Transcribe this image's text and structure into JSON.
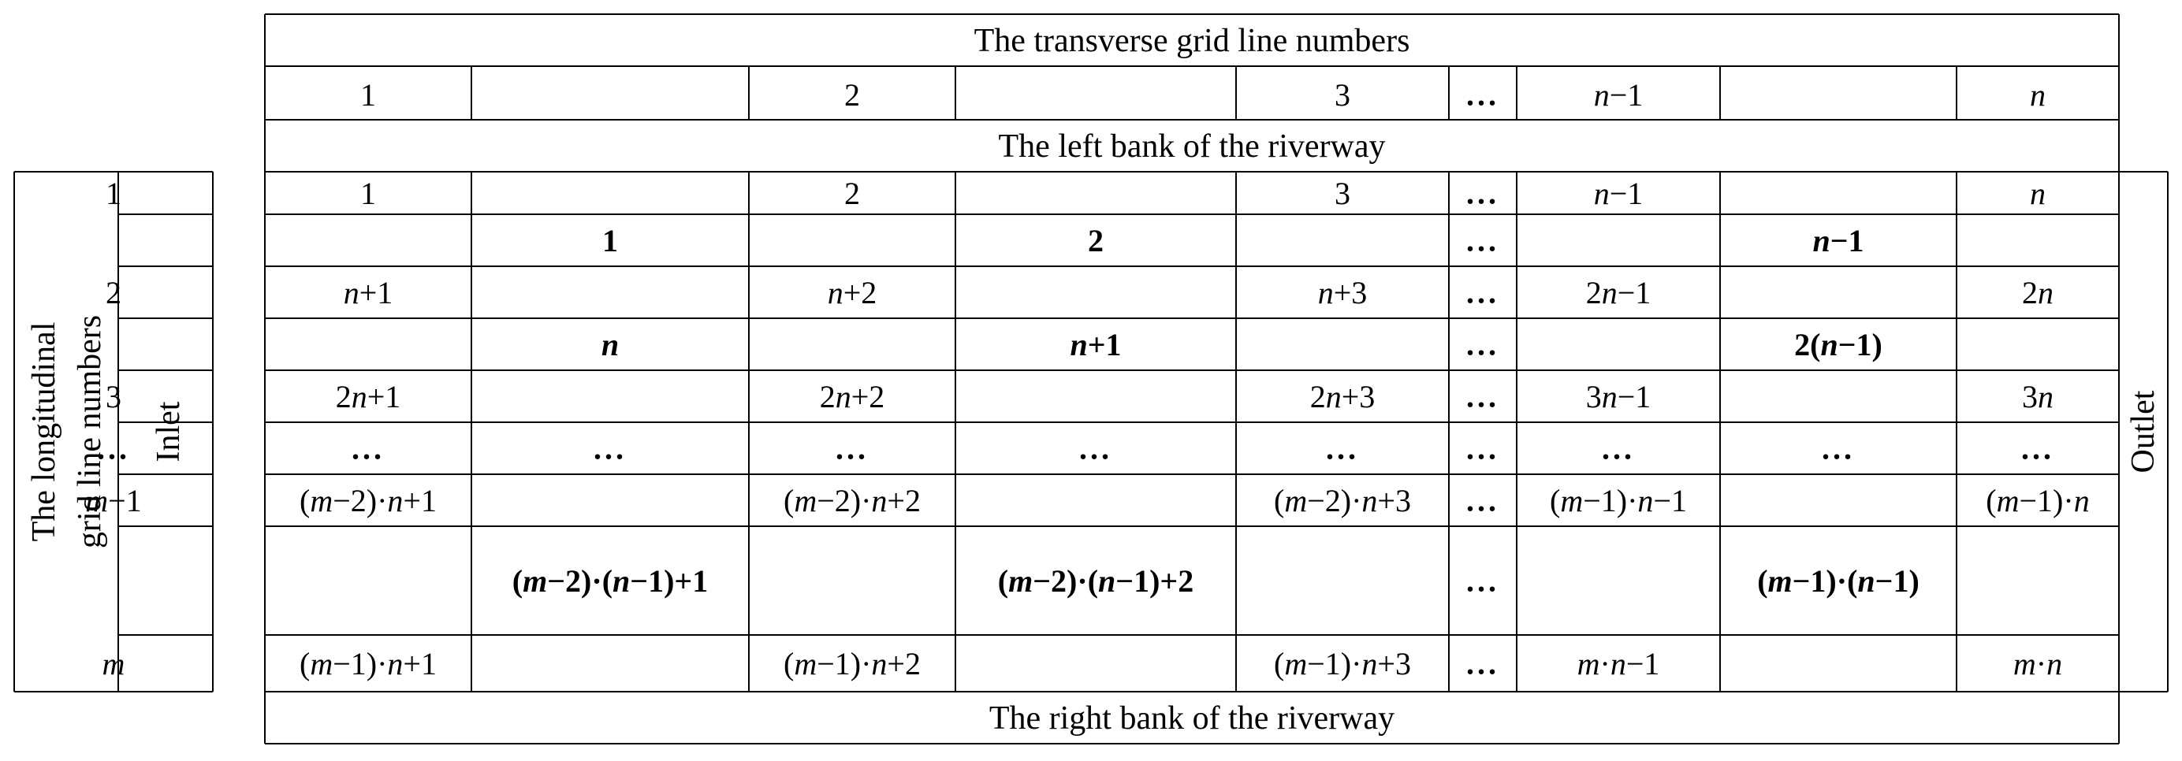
{
  "header": {
    "title": "The transverse grid line numbers",
    "left_bank": "The left bank of the riverway",
    "right_bank": "The right bank of the riverway",
    "transverse_numbers": [
      "1",
      "",
      "2",
      "",
      "3",
      "...",
      "n−1",
      "",
      "n"
    ]
  },
  "side": {
    "longitudinal_title_line1": "The longitudinal",
    "longitudinal_title_line2": "grid line numbers",
    "inlet": "Inlet",
    "outlet": "Outlet"
  },
  "grid": {
    "row_labels": [
      "1",
      "",
      "2",
      "",
      "3",
      "...",
      "m−1",
      "",
      "m"
    ],
    "rows": [
      [
        "1",
        "",
        "2",
        "",
        "3",
        "...",
        "n−1",
        "",
        "n"
      ],
      [
        "",
        "1",
        "",
        "2",
        "",
        "...",
        "",
        "n−1",
        ""
      ],
      [
        "n+1",
        "",
        "n+2",
        "",
        "n+3",
        "...",
        "2n−1",
        "",
        "2n"
      ],
      [
        "",
        "n",
        "",
        "n+1",
        "",
        "...",
        "",
        "2(n−1)",
        ""
      ],
      [
        "2n+1",
        "",
        "2n+2",
        "",
        "2n+3",
        "...",
        "3n−1",
        "",
        "3n"
      ],
      [
        "...",
        "...",
        "...",
        "...",
        "...",
        "...",
        "...",
        "...",
        "..."
      ],
      [
        "(m−2)·n+1",
        "",
        "(m−2)·n+2",
        "",
        "(m−2)·n+3",
        "...",
        "(m−1)·n−1",
        "",
        "(m−1)·n"
      ],
      [
        "",
        "(m−2)·(n−1)+1",
        "",
        "(m−2)·(n−1)+2",
        "",
        "...",
        "",
        "(m−1)·(n−1)",
        ""
      ],
      [
        "(m−1)·n+1",
        "",
        "(m−1)·n+2",
        "",
        "(m−1)·n+3",
        "...",
        "m·n−1",
        "",
        "m·n"
      ]
    ]
  }
}
